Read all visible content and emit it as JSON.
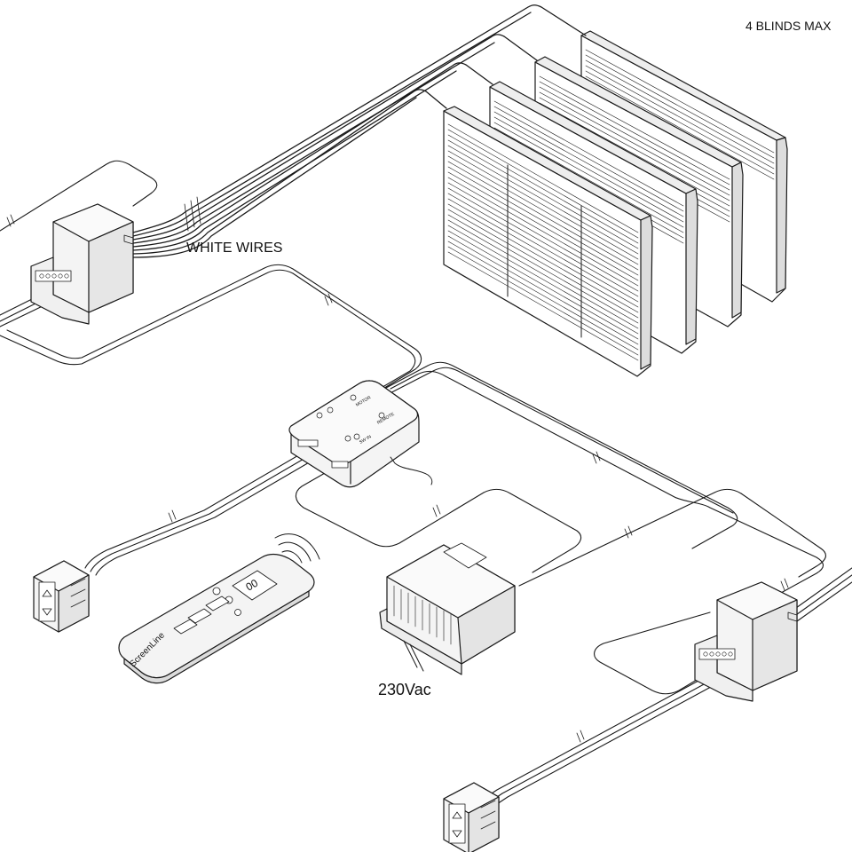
{
  "labels": {
    "max_blinds": "4 BLINDS MAX",
    "white_wires": "WHITE WIRES",
    "supply": "230Vac"
  },
  "remote": {
    "brand": "ScreenLine",
    "display": "00"
  },
  "hub": {
    "port_labels": [
      "MOTOR",
      "REMOTE",
      "SW IN"
    ]
  },
  "colors": {
    "line": "#1a1a1a",
    "body_fill": "#f4f4f4",
    "shade_fill": "#d9d9d9"
  },
  "icons": {
    "arrow_up": "up-arrow-icon",
    "arrow_down": "down-arrow-icon",
    "signal": "radio-signal-icon"
  }
}
